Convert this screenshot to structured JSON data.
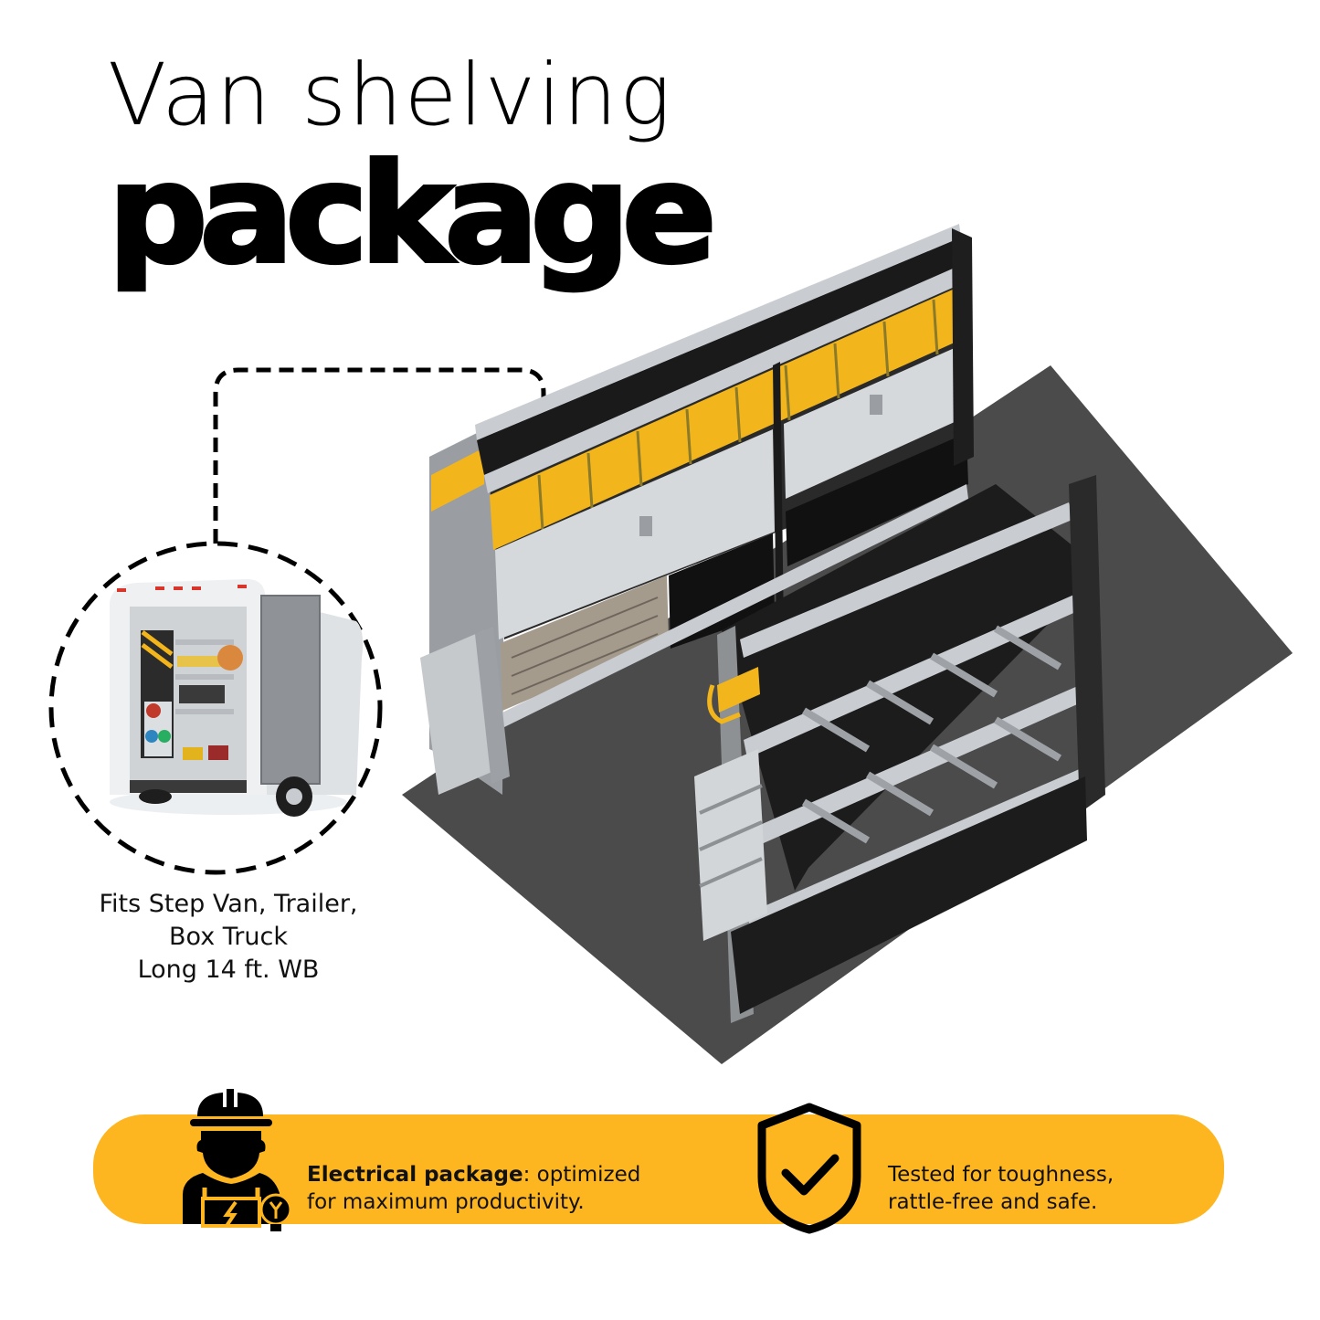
{
  "header": {
    "title_line1": "Van shelving",
    "title_line2": "package"
  },
  "inset": {
    "caption_lines": [
      "Fits Step Van, Trailer,",
      "Box Truck",
      "Long 14 ft. WB"
    ],
    "image": "cargo-trailer-with-shelving-photo"
  },
  "product_render": {
    "image": "van-shelving-3d-render",
    "floor_color": "#4a4a4a",
    "bin_color": "#f2b51c"
  },
  "banner": {
    "background_color": "#FDB61F",
    "features": [
      {
        "icon": "electrician-worker-icon",
        "bold_label": "Electrical package",
        "text_line1_rest": ": optimized",
        "text_line2": "for maximum productivity."
      },
      {
        "icon": "shield-check-icon",
        "text_line1": "Tested for toughness,",
        "text_line2": "rattle-free and safe."
      }
    ]
  }
}
